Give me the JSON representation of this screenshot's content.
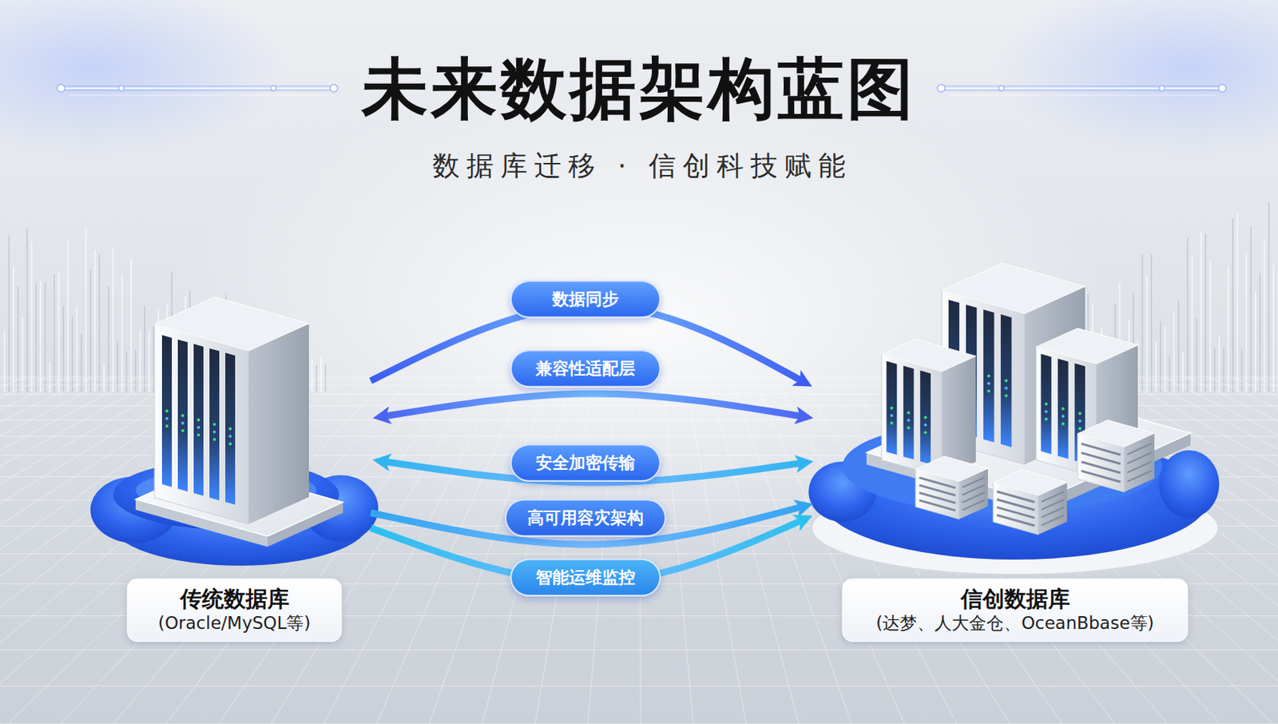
{
  "diagram": {
    "title": "未来数据架构蓝图",
    "nodes": [
      {
        "text": [
          "传统数据库",
          "(Oracle/MySQL等)"
        ]
      },
      {
        "text": [
          "信创数据库",
          "(达梦、人大金仓、OceanBbase等)"
        ]
      }
    ],
    "edges": [
      {
        "from": 0,
        "to": 1,
        "arrow": "to",
        "label": "数据同步"
      },
      {
        "from": 0,
        "to": 1,
        "arrow": "both",
        "label": "兼容性适配层"
      },
      {
        "from": 0,
        "to": 1,
        "arrow": "both",
        "label": "安全加密传输"
      },
      {
        "from": 0,
        "to": 1,
        "arrow": "to",
        "label": "高可用容灾架构"
      },
      {
        "from": 0,
        "to": 1,
        "arrow": "to",
        "label": "智能运维监控"
      }
    ],
    "labels": [
      "数据库迁移 · 信创科技赋能"
    ]
  }
}
